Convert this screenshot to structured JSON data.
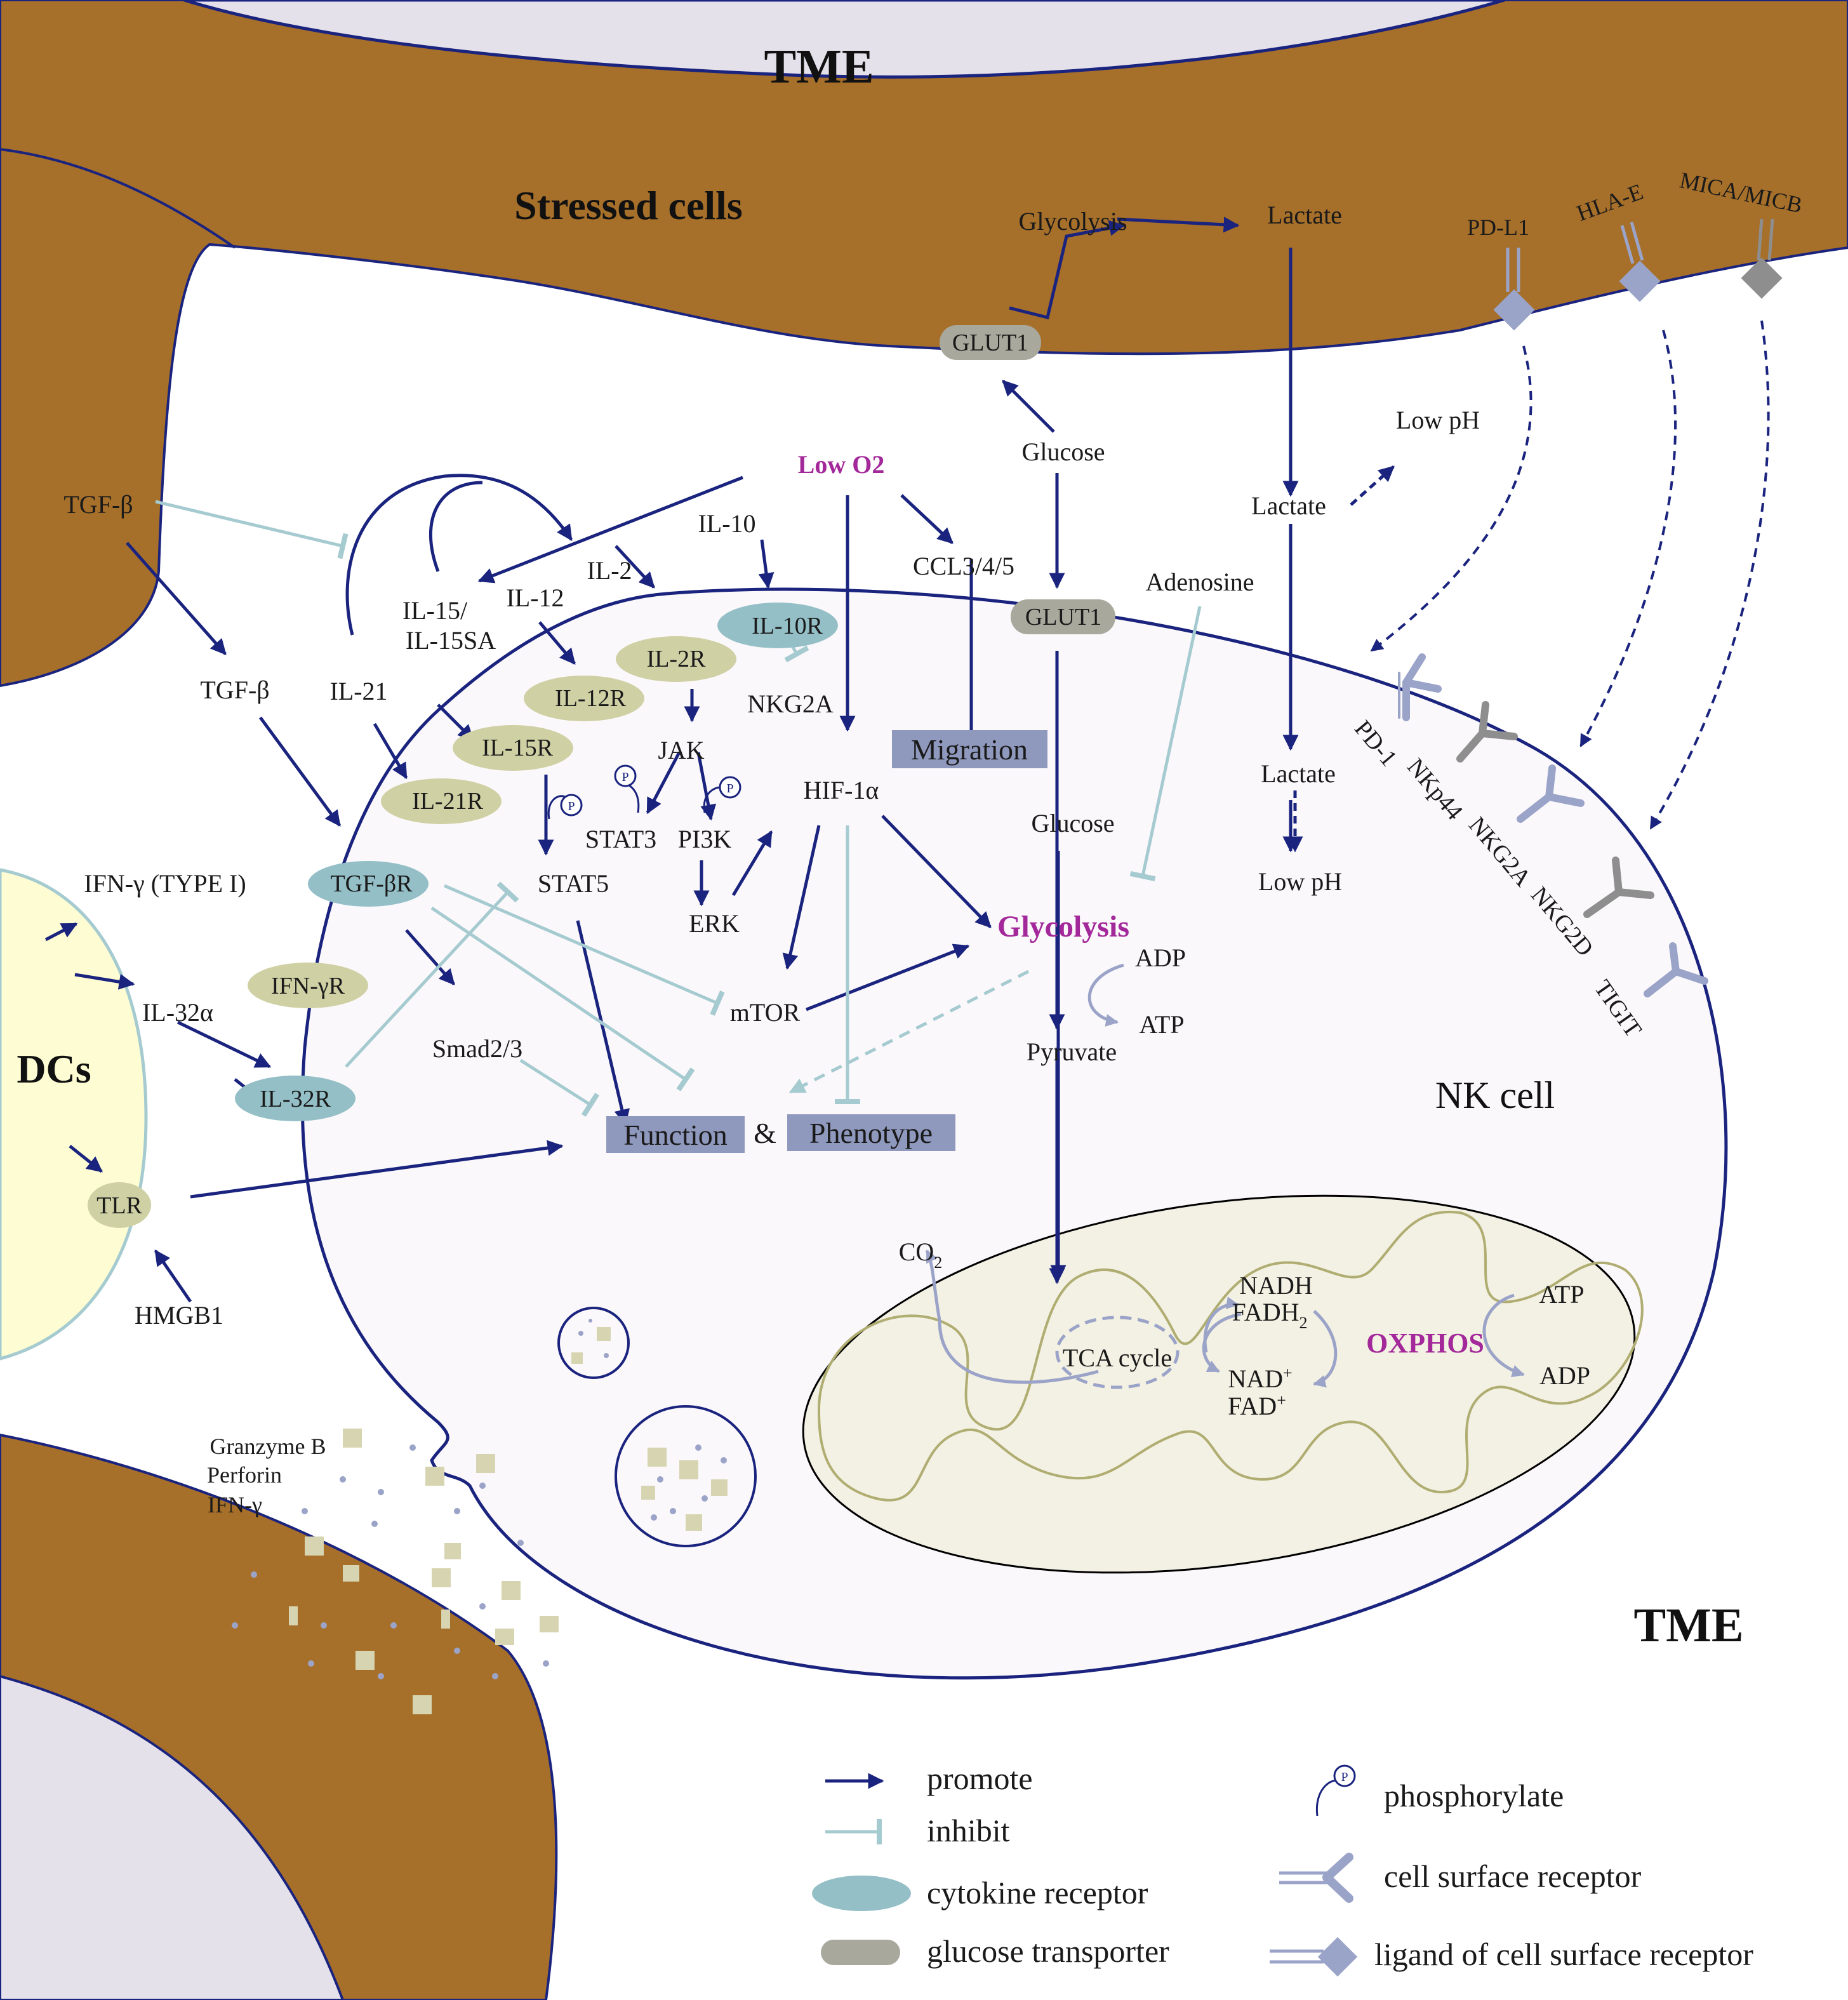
{
  "regions": {
    "tme_top": "TME",
    "tme_bottom": "TME",
    "stressed_cells": "Stressed cells",
    "dcs": "DCs",
    "nk_cell": "NK cell"
  },
  "stressed_cell": {
    "glycolysis": "Glycolysis",
    "lactate": "Lactate",
    "glut1": "GLUT1",
    "glucose": "Glucose"
  },
  "ligands": [
    {
      "label": "PD-L1",
      "color": "#9aa3c8"
    },
    {
      "label": "HLA-E",
      "color": "#9aa3c8"
    },
    {
      "label": "MICA/MICB",
      "color": "#8e8e8e"
    }
  ],
  "receptors": [
    "PD-1",
    "NKp44",
    "NKG2A",
    "NKG2D",
    "TIGIT"
  ],
  "environment": {
    "low_o2": "Low  O2",
    "low_ph_1": "Low pH",
    "lactate_2": "Lactate",
    "adenosine": "Adenosine",
    "tgf_beta_1": "TGF-β",
    "tgf_beta_2": "TGF-β",
    "ifn_gamma_type1": "IFN-γ (TYPE I)",
    "il_32a": "IL-32α",
    "hmgb1": "HMGB1",
    "secreted_1": "Granzyme B",
    "secreted_2": "Perforin",
    "secreted_3": "IFN-γ"
  },
  "cytokines": {
    "il_10": "IL-10",
    "il_2": "IL-2",
    "il_12": "IL-12",
    "il_15_line1": "IL-15/",
    "il_15_line2": "IL-15SA",
    "il_21": "IL-21",
    "ccl": "CCL3/4/5"
  },
  "cytokine_receptors": {
    "il_10r": "IL-10R",
    "il_2r": "IL-2R",
    "il_12r": "IL-12R",
    "il_15r": "IL-15R",
    "il_21r": "IL-21R",
    "tgf_br": "TGF-βR",
    "ifn_gr": "IFN-γR",
    "il_32r": "IL-32R",
    "tlr": "TLR"
  },
  "nk_internal": {
    "glut1": "GLUT1",
    "nkg2a": "NKG2A",
    "jak": "JAK",
    "stat3": "STAT3",
    "pi3k": "PI3K",
    "stat5": "STAT5",
    "erk": "ERK",
    "hif1a": "HIF-1α",
    "mtor": "mTOR",
    "smad": "Smad2/3",
    "glucose": "Glucose",
    "pyruvate": "Pyruvate",
    "lactate": "Lactate",
    "low_ph": "Low pH",
    "glycolysis": "Glycolysis",
    "adp": "ADP",
    "atp": "ATP",
    "migration": "Migration",
    "function": "Function",
    "ampersand": "&",
    "phenotype": "Phenotype",
    "phospho_symbol": "P"
  },
  "mitochondrion": {
    "co2_main": "CO",
    "co2_sub": "2",
    "tca": "TCA cycle",
    "nadh": "NADH",
    "fadh_main": "FADH",
    "fadh_sub": "2",
    "nad_main": "NAD",
    "nad_sup": "+",
    "fad_main": "FAD",
    "fad_sup": "+",
    "oxphos": "OXPHOS",
    "atp": "ATP",
    "adp": "ADP"
  },
  "legend": [
    {
      "symbol": "promote-arrow",
      "label": "promote"
    },
    {
      "symbol": "inhibit-line",
      "label": "inhibit"
    },
    {
      "symbol": "cytokine-receptor",
      "label": "cytokine receptor"
    },
    {
      "symbol": "glucose-transporter",
      "label": "glucose transporter"
    },
    {
      "symbol": "phosphorylate",
      "label": "phosphorylate"
    },
    {
      "symbol": "cell-surface-receptor",
      "label": "cell surface receptor"
    },
    {
      "symbol": "ligand",
      "label": "ligand of cell surface receptor"
    }
  ],
  "colors": {
    "stressed_brown": "#a66f2a",
    "stroma_lavender": "#e4e1ea",
    "nk_fill": "#fbf8fb",
    "dc_fill": "#fdfcd2",
    "mito_fill": "#f3f1e3",
    "promote_navy": "#1a237e",
    "inhibit_teal": "#a5cbd0",
    "cytokine_receptor": "#94bfc7",
    "receptor_olive": "#cfd0a4",
    "glut_gray": "#a8a89d",
    "outcome_box": "#8f98bd",
    "accent_magenta": "#a3289a",
    "granule_beige": "#d7d5b1",
    "dot_blue": "#9ba4c8"
  }
}
